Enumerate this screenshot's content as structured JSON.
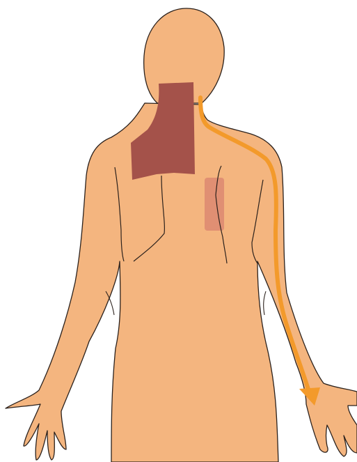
{
  "illustration": {
    "subject": "back-view-body-figure",
    "colors": {
      "background": "#ffffff",
      "skin": "#F4B57F",
      "outline": "#2B211C",
      "neck_shoulder_region": "#A4524A",
      "upper_back_region": "#E08F73",
      "pain_path": "#F39A2B"
    },
    "regions": [
      {
        "name": "neck-shoulder-pain-region",
        "color": "#A4524A"
      },
      {
        "name": "upper-back-pain-region",
        "color": "#E08F73"
      }
    ],
    "paths": [
      {
        "name": "radiating-pain-arrow",
        "color": "#F39A2B",
        "direction": "down-right-arm-to-hand"
      }
    ]
  }
}
